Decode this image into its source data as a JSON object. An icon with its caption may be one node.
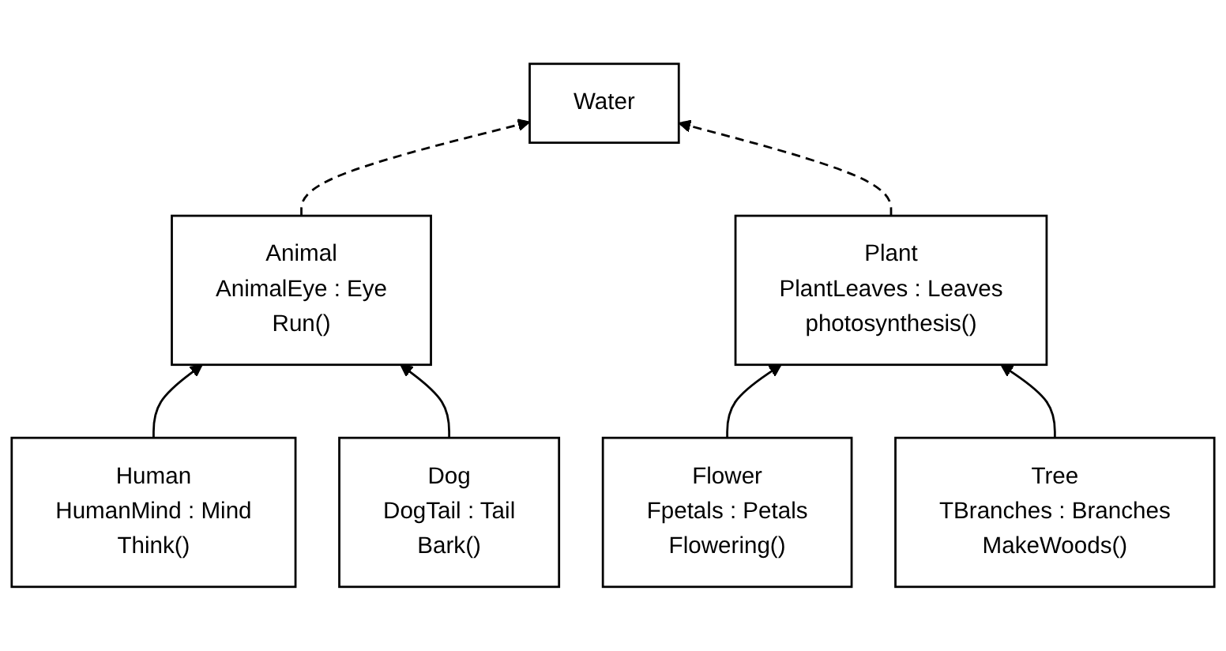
{
  "diagram": {
    "nodes": [
      {
        "text": [
          "Water"
        ]
      },
      {
        "text": [
          "Animal",
          "AnimalEye : Eye",
          "Run()"
        ]
      },
      {
        "text": [
          "Plant",
          "PlantLeaves : Leaves",
          "photosynthesis()"
        ]
      },
      {
        "text": [
          "Human",
          "HumanMind : Mind",
          "Think()"
        ]
      },
      {
        "text": [
          "Dog",
          "DogTail : Tail",
          "Bark()"
        ]
      },
      {
        "text": [
          "Flower",
          "Fpetals : Petals",
          "Flowering()"
        ]
      },
      {
        "text": [
          "Tree",
          "TBranches : Branches",
          "MakeWoods()"
        ]
      }
    ],
    "edges": [
      {
        "from": 1,
        "to": 0,
        "arrow": "to",
        "style": "dashed"
      },
      {
        "from": 2,
        "to": 0,
        "arrow": "to",
        "style": "dashed"
      },
      {
        "from": 3,
        "to": 1,
        "arrow": "to"
      },
      {
        "from": 4,
        "to": 1,
        "arrow": "to"
      },
      {
        "from": 5,
        "to": 2,
        "arrow": "to"
      },
      {
        "from": 6,
        "to": 2,
        "arrow": "to"
      }
    ]
  }
}
